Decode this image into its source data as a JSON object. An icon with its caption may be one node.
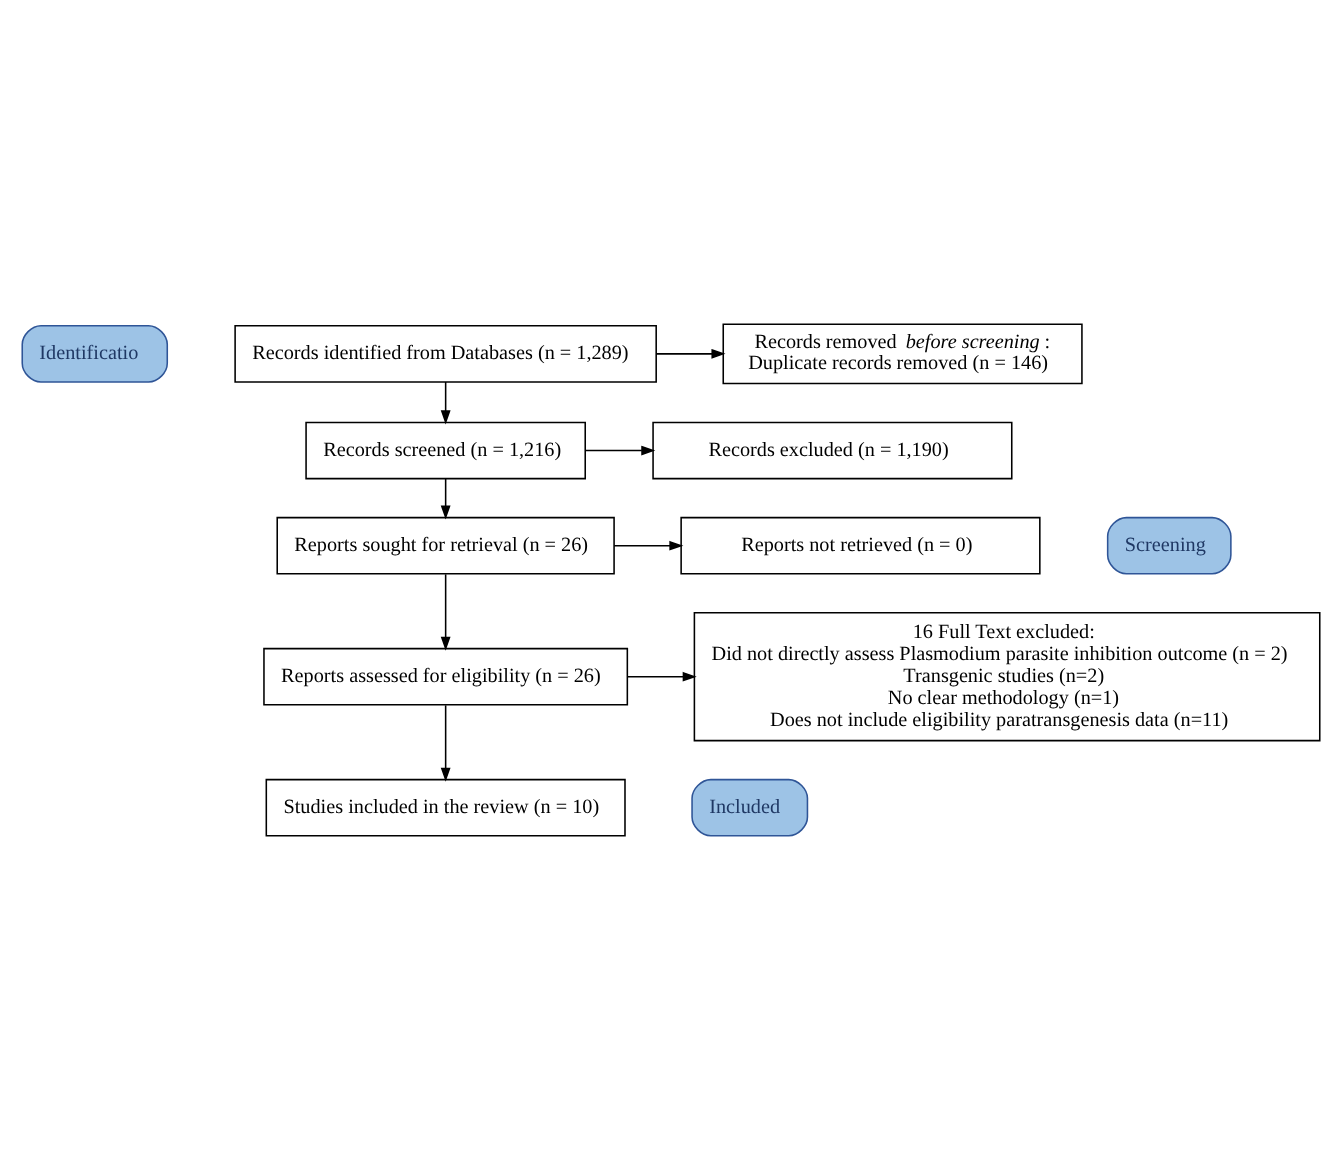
{
  "diagram": {
    "nodes": [
      {
        "text": [
          "Identificatio"
        ]
      },
      {
        "text": [
          "Records identified from Databases (n = 1,289)"
        ]
      },
      {
        "text": [
          "Records removed *before screening*:",
          "Duplicate records removed (n = 146)"
        ]
      },
      {
        "text": [
          "Screening"
        ]
      },
      {
        "text": [
          "Records screened (n = 1,216)"
        ]
      },
      {
        "text": [
          "Records excluded (n = 1,190)"
        ]
      },
      {
        "text": [
          "Reports sought for retrieval (n = 26)"
        ]
      },
      {
        "text": [
          "Reports not retrieved (n = 0)"
        ]
      },
      {
        "text": [
          "Reports assessed for eligibility (n = 26)"
        ]
      },
      {
        "text": [
          "16 Full Text excluded:",
          "Did not directly assess Plasmodium parasite inhibition outcome (n = 2)",
          "Transgenic studies (n=2)",
          "No clear methodology (n=1)",
          "Does not include eligibility paratransgenesis data (n=11)"
        ]
      },
      {
        "text": [
          "Included"
        ]
      },
      {
        "text": [
          "Studies included in the review (n = 10)"
        ]
      }
    ],
    "edges": [
      {
        "from": 1,
        "to": 2,
        "arrow": "to"
      },
      {
        "from": 1,
        "to": 4,
        "arrow": "to"
      },
      {
        "from": 4,
        "to": 5,
        "arrow": "to"
      },
      {
        "from": 4,
        "to": 6,
        "arrow": "to"
      },
      {
        "from": 6,
        "to": 7,
        "arrow": "to"
      },
      {
        "from": 6,
        "to": 8,
        "arrow": "to"
      },
      {
        "from": 8,
        "to": 9,
        "arrow": "to"
      },
      {
        "from": 8,
        "to": 11,
        "arrow": "to"
      }
    ]
  }
}
